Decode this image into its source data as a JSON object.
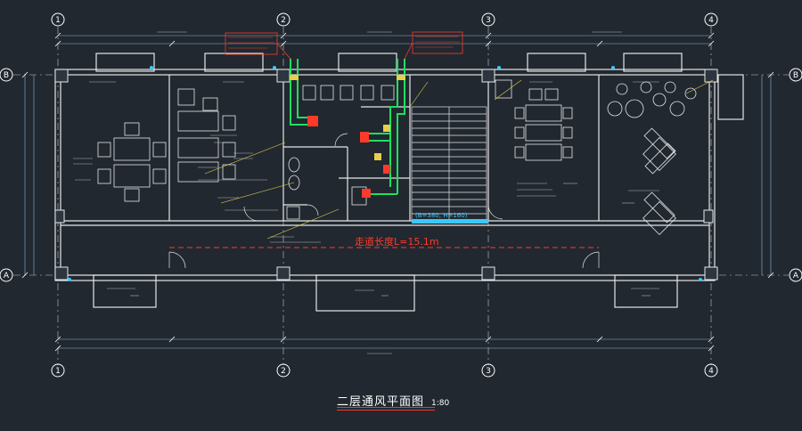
{
  "drawing": {
    "title": "二层通风平面图",
    "scale": "1:80"
  },
  "grid": {
    "columns": [
      "1",
      "2",
      "3",
      "4"
    ],
    "rows": [
      "A",
      "B"
    ]
  },
  "annotations": {
    "corridor_length": "走道长度L=15.1m",
    "smoke_duct": "(B=380, H=160)"
  },
  "colors": {
    "background": "#212830",
    "wall": "#e6e6e6",
    "grid_line": "#ffffff",
    "dimension": "#8fb4d8",
    "duct": "#1ee060",
    "duct_fill": "#3cc8ff",
    "note": "#ff3a2a",
    "yellow": "#e6d04a",
    "accent_red": "#ff4040"
  }
}
